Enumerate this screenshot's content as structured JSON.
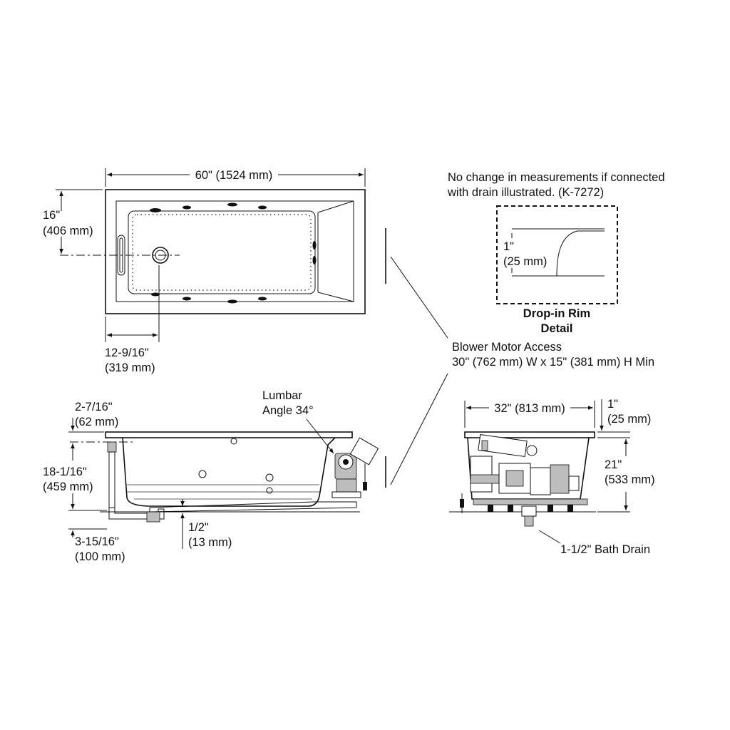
{
  "top_view": {
    "width_dim": "60\" (1524 mm)",
    "height_dim_in": "16\"",
    "height_dim_mm": "(406 mm)",
    "drain_offset_in": "12-9/16\"",
    "drain_offset_mm": "(319 mm)"
  },
  "rim_detail": {
    "note_line1": "No change in measurements if connected",
    "note_line2": "with drain illustrated. (K-7272)",
    "dim_in": "1\"",
    "dim_mm": "(25 mm)",
    "title_line1": "Drop-in Rim",
    "title_line2": "Detail"
  },
  "blower": {
    "line1": "Blower Motor Access",
    "line2": "30\" (762 mm) W x 15\" (381 mm) H Min"
  },
  "side_view": {
    "lumbar_line1": "Lumbar",
    "lumbar_line2": "Angle 34°",
    "rim_dim_in": "2-7/16\"",
    "rim_dim_mm": "(62 mm)",
    "depth_dim_in": "18-1/16\"",
    "depth_dim_mm": "(459 mm)",
    "drain_dim_in": "3-15/16\"",
    "drain_dim_mm": "(100 mm)",
    "base_dim_in": "1/2\"",
    "base_dim_mm": "(13 mm)"
  },
  "end_view": {
    "width_dim": "32\" (813 mm)",
    "rim_dim_in": "1\"",
    "rim_dim_mm": "(25 mm)",
    "height_dim_in": "21\"",
    "height_dim_mm": "(533 mm)",
    "drain_label": "1-1/2\" Bath Drain"
  }
}
